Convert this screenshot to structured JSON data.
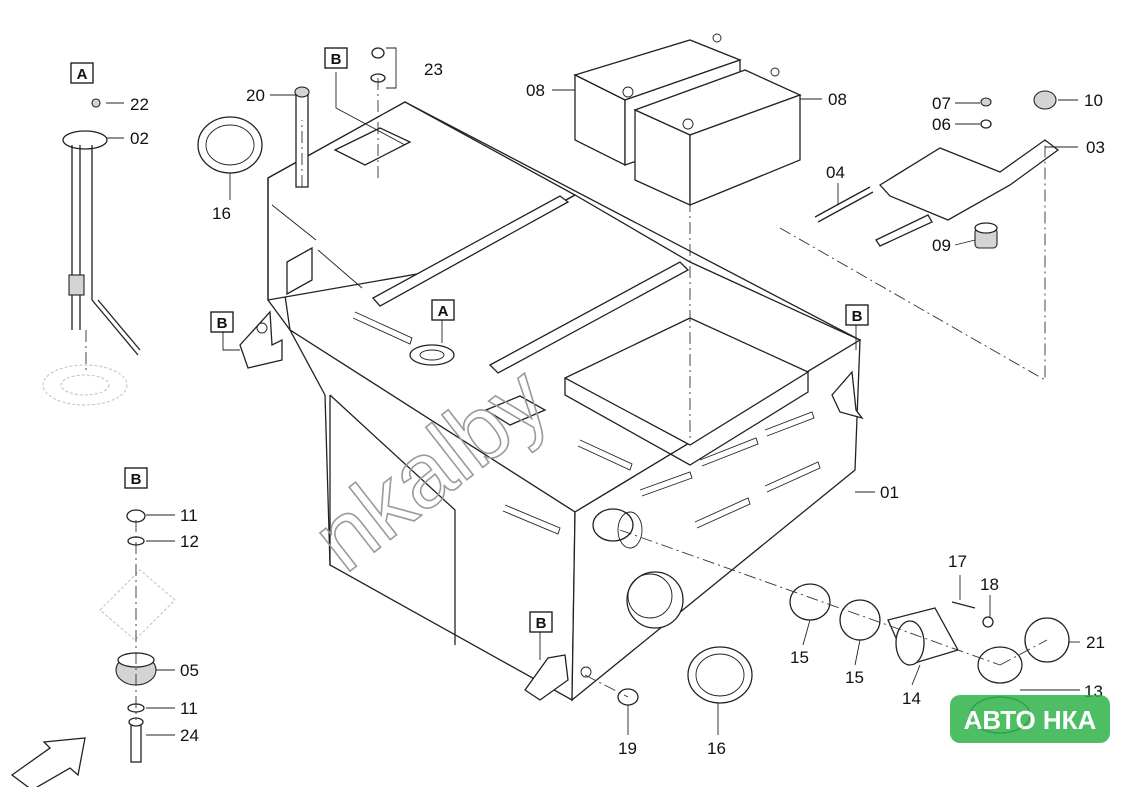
{
  "views": {
    "A": "A",
    "B": "B"
  },
  "callouts": {
    "p01": "01",
    "p02": "02",
    "p03": "03",
    "p04": "04",
    "p05": "05",
    "p06": "06",
    "p07": "07",
    "p08a": "08",
    "p08b": "08",
    "p09": "09",
    "p10": "10",
    "p11a": "11",
    "p11b": "11",
    "p12": "12",
    "p13": "13",
    "p14": "14",
    "p15a": "15",
    "p15b": "15",
    "p16a": "16",
    "p16b": "16",
    "p17": "17",
    "p18": "18",
    "p19": "19",
    "p20": "20",
    "p21": "21",
    "p22": "22",
    "p23": "23",
    "p24": "24"
  },
  "watermark": {
    "text": "nkalby",
    "logo": "АВТО НКА",
    "logo_color": "#2fb34a"
  }
}
